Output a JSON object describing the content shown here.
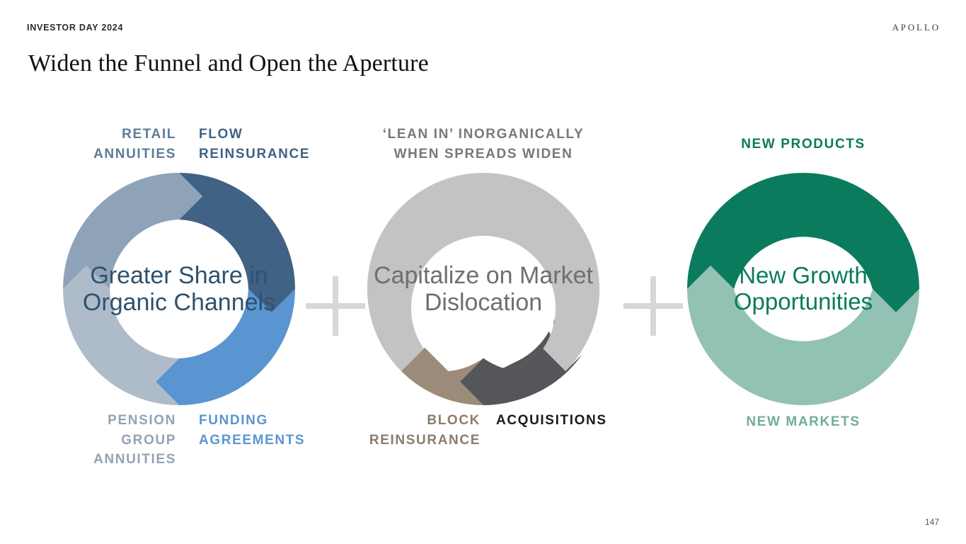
{
  "header": {
    "eyebrow": "INVESTOR DAY 2024",
    "brand": "APOLLO",
    "title": "Widen the Funnel and Open the Aperture"
  },
  "footer": {
    "page_number": "147"
  },
  "operators": {
    "plus_1": "+",
    "plus_2": "+"
  },
  "diagram": {
    "type": "three-cycle-donuts",
    "clusters": [
      {
        "id": "organic-channels",
        "center_text": "Greater\nShare in\nOrganic\nChannels",
        "center_color": "#2e526e",
        "labels": {
          "top_left": "RETAIL\nANNUITIES",
          "top_right": "FLOW\nREINSURANCE",
          "bottom_left": "PENSION\nGROUP\nANNUITIES",
          "bottom_right": "FUNDING\nAGREEMENTS"
        },
        "label_colors": {
          "top_left": "#5d7b99",
          "top_right": "#3f6285",
          "bottom_left": "#93a3b4",
          "bottom_right": "#5b95d1"
        },
        "segments": [
          {
            "name": "flow-reinsurance",
            "color": "#3f6285",
            "start_deg": 0,
            "end_deg": 90
          },
          {
            "name": "funding-agreements",
            "color": "#5b95d1",
            "start_deg": 90,
            "end_deg": 180
          },
          {
            "name": "pension-group-annuities",
            "color": "#aebcc9",
            "start_deg": 180,
            "end_deg": 270
          },
          {
            "name": "retail-annuities",
            "color": "#8fa3b8",
            "start_deg": 270,
            "end_deg": 360
          }
        ]
      },
      {
        "id": "market-dislocation",
        "center_text": "Capitalize\non Market\nDislocation",
        "center_color": "#6f6f6f",
        "labels": {
          "top": "‘LEAN IN’ INORGANICALLY\nWHEN SPREADS WIDEN",
          "bottom_left": "BLOCK\nREINSURANCE",
          "bottom_right": "ACQUISITIONS"
        },
        "label_colors": {
          "top": "#787878",
          "bottom_left": "#8b7c6c",
          "bottom_right": "#1a1a1a"
        },
        "segments": [
          {
            "name": "acquisitions",
            "color": "#55565a",
            "start_deg": 45,
            "end_deg": 135
          },
          {
            "name": "block-reinsurance",
            "color": "#9c8b79",
            "start_deg": 135,
            "end_deg": 225
          },
          {
            "name": "lean-in-spread",
            "color": "#c3c3c3",
            "start_deg": 225,
            "end_deg": 405
          }
        ]
      },
      {
        "id": "new-growth",
        "center_text": "New Growth\nOpportunities",
        "center_color": "#0b7a5d",
        "labels": {
          "top": "NEW PRODUCTS",
          "bottom": "NEW MARKETS"
        },
        "label_colors": {
          "top": "#0b7a5d",
          "bottom": "#71ad9b"
        },
        "segments": [
          {
            "name": "new-products",
            "color": "#0a7c5d",
            "start_deg": 270,
            "end_deg": 450
          },
          {
            "name": "new-markets",
            "color": "#92c2b4",
            "start_deg": 90,
            "end_deg": 270
          }
        ]
      }
    ]
  },
  "colors": {
    "background": "#ffffff",
    "title": "#111111",
    "plus_sign": "#d7d7d7"
  }
}
